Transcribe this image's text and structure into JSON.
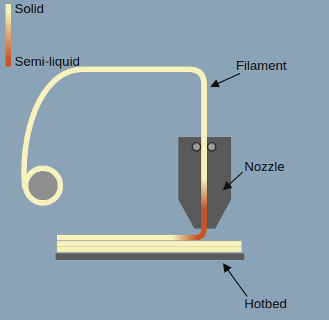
{
  "diagram": {
    "labels": [
      "Filament",
      "Nozzle",
      "Hotbed"
    ],
    "legend": [
      {
        "text": "Solid",
        "color": "#f7f1bd"
      },
      {
        "text": "Semi-liquid",
        "color": "#c2552b"
      }
    ]
  }
}
